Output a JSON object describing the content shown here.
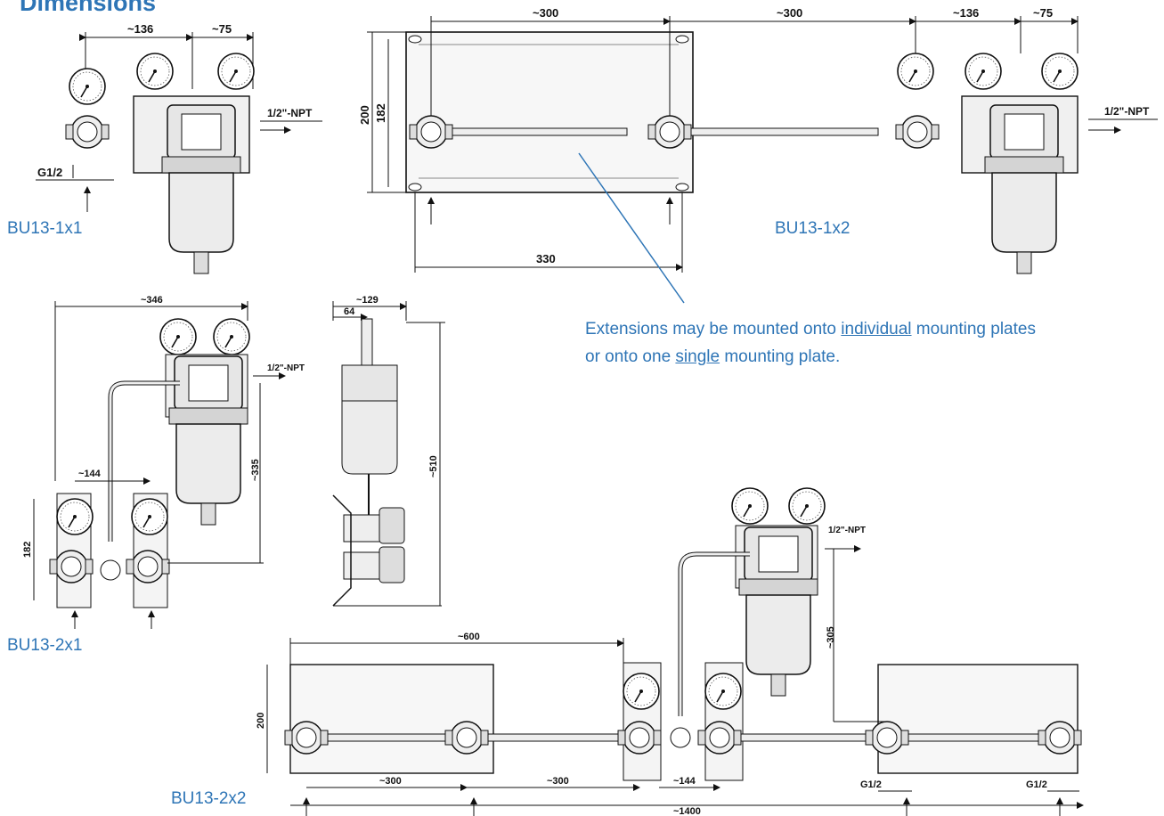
{
  "title": "Dimensions",
  "labels": {
    "bu13_1x1": "BU13-1x1",
    "bu13_1x2": "BU13-1x2",
    "bu13_2x1": "BU13-2x1",
    "bu13_2x2": "BU13-2x2"
  },
  "note": {
    "line1_prefix": "Extensions may be mounted onto ",
    "line1_underlined": "individual",
    "line1_suffix": " mounting plates",
    "line2_prefix": "or onto one ",
    "line2_underlined": "single",
    "line2_suffix": " mounting plate."
  },
  "dims": {
    "d136": "~136",
    "d75": "~75",
    "d300": "~300",
    "d200": "200",
    "d182": "182",
    "d330": "330",
    "npt": "1/2\"-NPT",
    "g12": "G1/2",
    "d346": "~346",
    "d129": "~129",
    "d64": "64",
    "d144": "~144",
    "d335": "~335",
    "d510": "~510",
    "d600": "~600",
    "d305": "~305",
    "d1400": "~1400"
  },
  "colors": {
    "accent": "#2e75b6",
    "ink": "#111111",
    "metal": "#d9d9d9"
  }
}
